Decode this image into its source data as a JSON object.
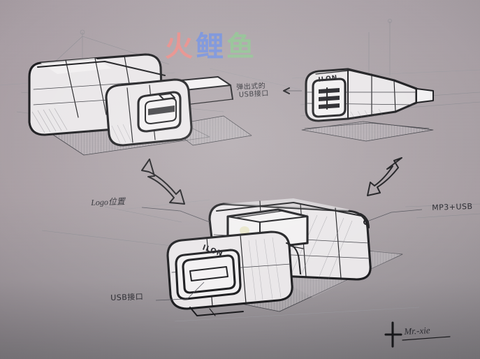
{
  "meta": {
    "title": "Hand-drawn industrial design sketch of a USB flash drive / MP3 player",
    "medium": "pencil and ink marker on gray paper",
    "paper_color": "#cdc7ca",
    "ink_color": "#17171a"
  },
  "watermark": {
    "chars": [
      {
        "text": "火",
        "color": "#f18a85"
      },
      {
        "text": "鲤",
        "color": "#6f8ee2"
      },
      {
        "text": "鱼",
        "color": "#8ec590"
      }
    ],
    "full_text": "火鲤鱼"
  },
  "annotations": [
    {
      "id": "pop-out-usb-note",
      "lines": [
        "弹出式的",
        "USB接口"
      ],
      "has_arrow": true,
      "arrow_direction": "right",
      "position": "upper-middle-right"
    },
    {
      "id": "logo-position-note",
      "lines": [
        "Logo位置"
      ],
      "has_arrow": false,
      "leader_line": true,
      "position": "middle-left"
    },
    {
      "id": "usb-port-note",
      "lines": [
        "USB接口"
      ],
      "has_arrow": false,
      "leader_line": true,
      "position": "lower-left"
    },
    {
      "id": "mp3-usb-note",
      "lines": [
        "MP3+USB"
      ],
      "has_arrow": false,
      "leader_line": true,
      "position": "right-edge-clipped"
    }
  ],
  "signature": {
    "text": "Mr.-xie",
    "mark": "cross",
    "position": "bottom-right"
  },
  "device_labels": [
    {
      "text": "ILON",
      "on_view": "top-right-view"
    },
    {
      "text": "ILON",
      "on_view": "main-bottom-view"
    }
  ],
  "views": [
    {
      "id": "top-left-view",
      "description": "three-quarter view of closed body with USB connector head extended, ground shadow plane"
    },
    {
      "id": "top-right-view",
      "description": "front-facing tapered perspective view showing ILON branding and three horizontal slots"
    },
    {
      "id": "main-bottom-view",
      "description": "large three-quarter hero view with sliding cap open and USB port visible"
    }
  ],
  "arrows": [
    {
      "id": "arrow-left",
      "type": "double-headed-curved",
      "position": "center-left"
    },
    {
      "id": "arrow-right",
      "type": "double-headed-curved",
      "position": "center-right"
    }
  ]
}
